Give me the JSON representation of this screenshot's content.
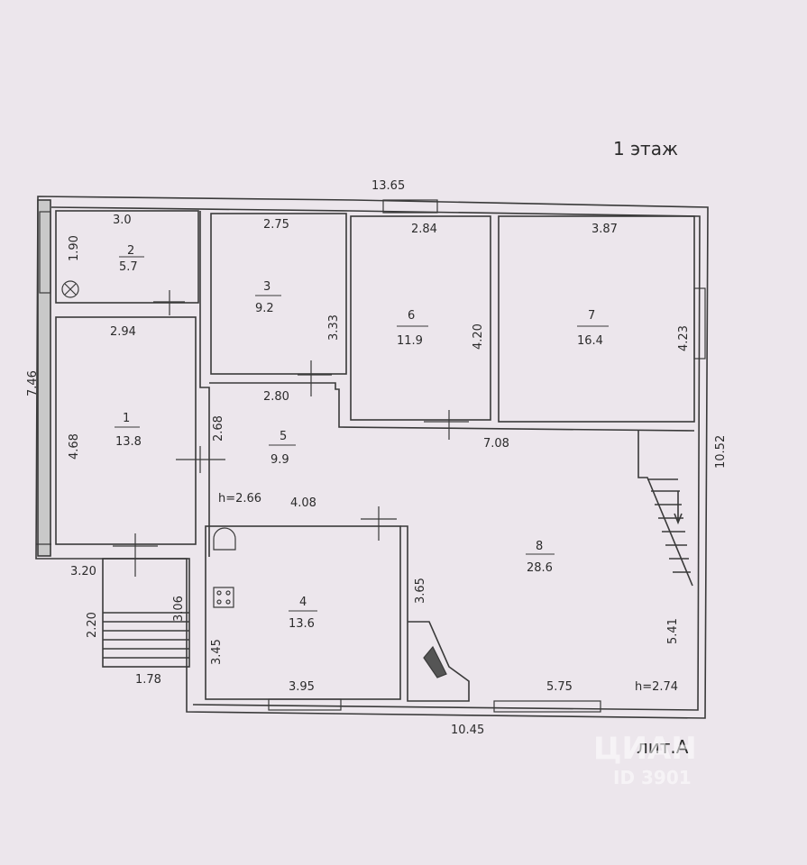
{
  "floor_title": "1 этаж",
  "liter_label": "лит.А",
  "watermark": {
    "brand": "ЦИАН",
    "id_text": "ID 3901"
  },
  "overall": {
    "top_width": "13.65",
    "left_height": "7.46",
    "right_height": "10.52",
    "bottom_width": "10.45"
  },
  "rooms": [
    {
      "number": "1",
      "area": "13.8"
    },
    {
      "number": "2",
      "area": "5.7"
    },
    {
      "number": "3",
      "area": "9.2"
    },
    {
      "number": "4",
      "area": "13.6"
    },
    {
      "number": "5",
      "area": "9.9"
    },
    {
      "number": "6",
      "area": "11.9"
    },
    {
      "number": "7",
      "area": "16.4"
    },
    {
      "number": "8",
      "area": "28.6"
    }
  ],
  "dims": {
    "r2_w": "3.0",
    "r2_h": "1.90",
    "r1_w": "2.94",
    "r1_h": "4.68",
    "r3_w": "2.75",
    "r3_h": "3.33",
    "r3_bottom": "2.80",
    "r6_w": "2.84",
    "r6_h": "4.20",
    "r7_w": "3.87",
    "r7_h": "4.23",
    "r5_h": "2.68",
    "r5_w": "4.08",
    "r8_top": "7.08",
    "r8_left": "3.65",
    "r8_right": "5.41",
    "r8_bottom": "5.75",
    "r4_h": "3.45",
    "r4_w": "3.95",
    "porch_top": "3.20",
    "porch_h": "2.20",
    "porch_inner": "3.06",
    "porch_bottom": "1.78"
  },
  "heights": {
    "h1": "h=2.66",
    "h2": "h=2.74"
  }
}
